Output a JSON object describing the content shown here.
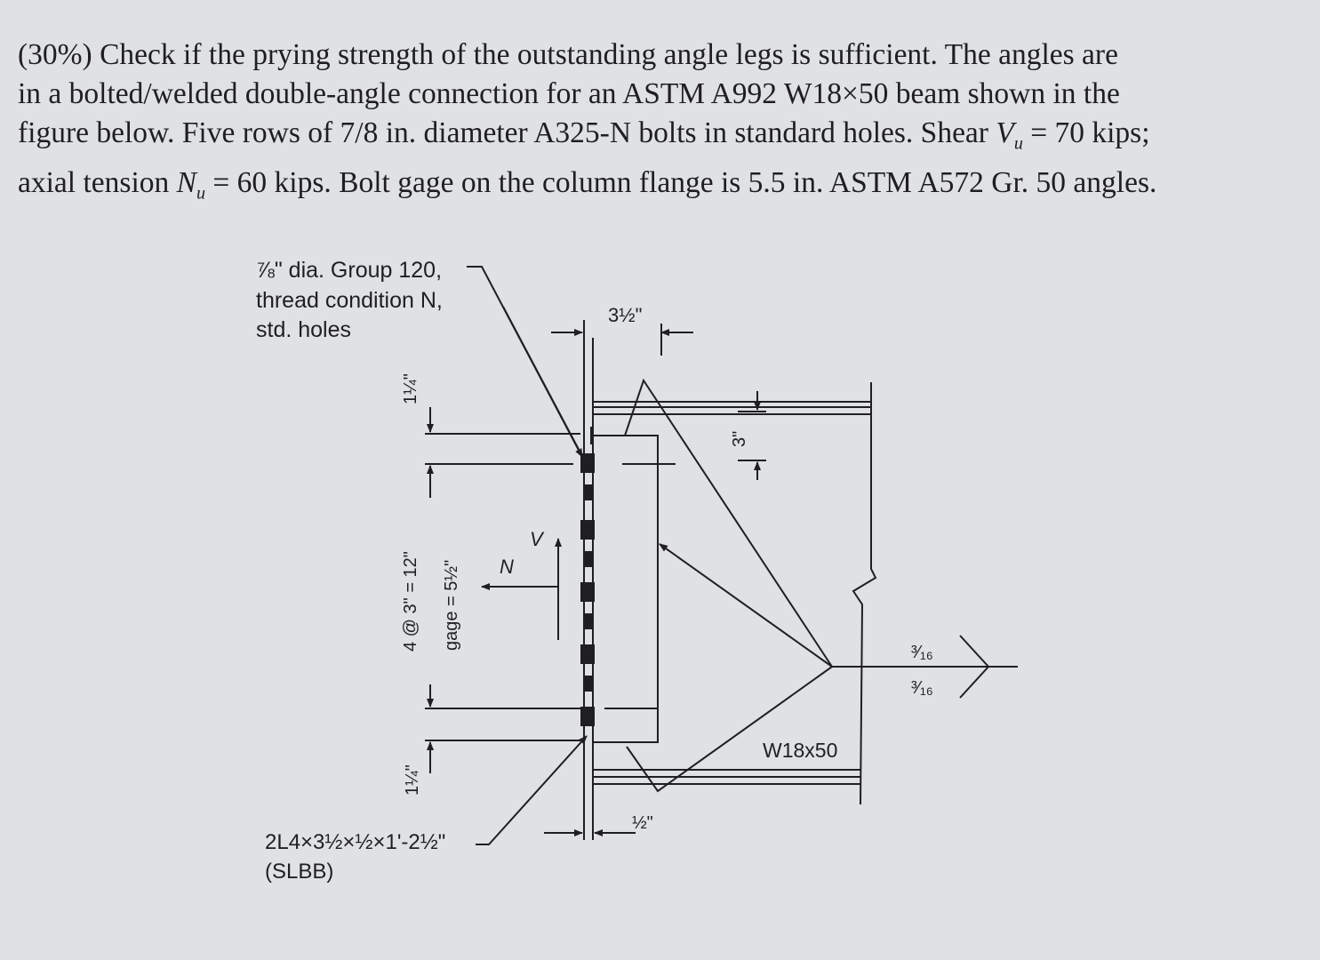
{
  "problem": {
    "lines": [
      [
        "(30%) Check if the prying strength of the outstanding angle legs is sufficient. The angles are"
      ],
      [
        "in a bolted/welded double-angle connection for an ASTM A992 W18×50 beam shown in the"
      ],
      [
        "figure below. Five rows of 7/8 in. diameter A325-N bolts in standard holes. Shear ",
        "V",
        "u",
        " = 70 kips;"
      ],
      [
        "axial tension ",
        "N",
        "u",
        " = 60 kips. Bolt gage on the column flange is 5.5 in. ASTM A572 Gr. 50 angles."
      ]
    ]
  },
  "diagram": {
    "bolt_note": [
      "⅞\" dia. Group 120,",
      "thread condition N,",
      "std. holes"
    ],
    "dim_top_width": "3½\"",
    "dim_edge_top": "1¼\"",
    "dim_bolt_spacing": "4 @ 3\" = 12\"",
    "dim_gage": "gage = 5½\"",
    "dim_edge_bottom": "1¼\"",
    "dim_beam_setback": "3\"",
    "dim_gap": "½\"",
    "load_axial": "N",
    "load_shear": "V",
    "beam_label": "W18x50",
    "weld_top": "³⁄₁₆",
    "weld_bottom": "³⁄₁₆",
    "angle_note": [
      "2L4×3½×½×1'-2½\"",
      "(SLBB)"
    ]
  }
}
